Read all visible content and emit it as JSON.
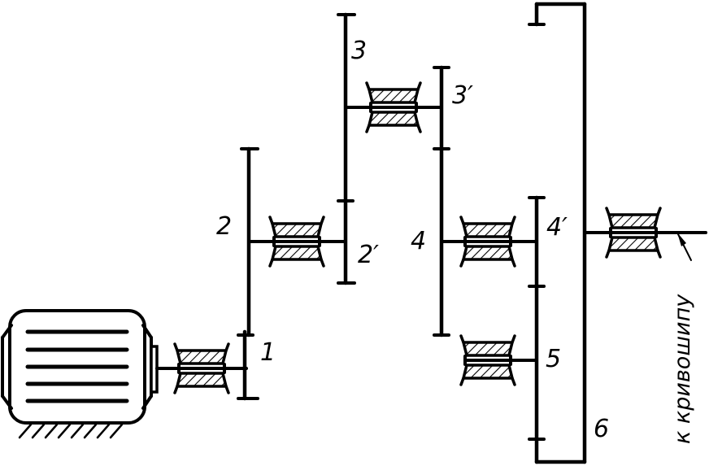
{
  "labels": {
    "g1": "1",
    "g2": "2",
    "g2p": "2′",
    "g3": "3",
    "g3p": "3′",
    "g4": "4",
    "g4p": "4′",
    "g5": "5",
    "g6": "6"
  },
  "crank_note": "к кривошипу",
  "colors": {
    "ink": "#000000",
    "paper": "#ffffff"
  }
}
